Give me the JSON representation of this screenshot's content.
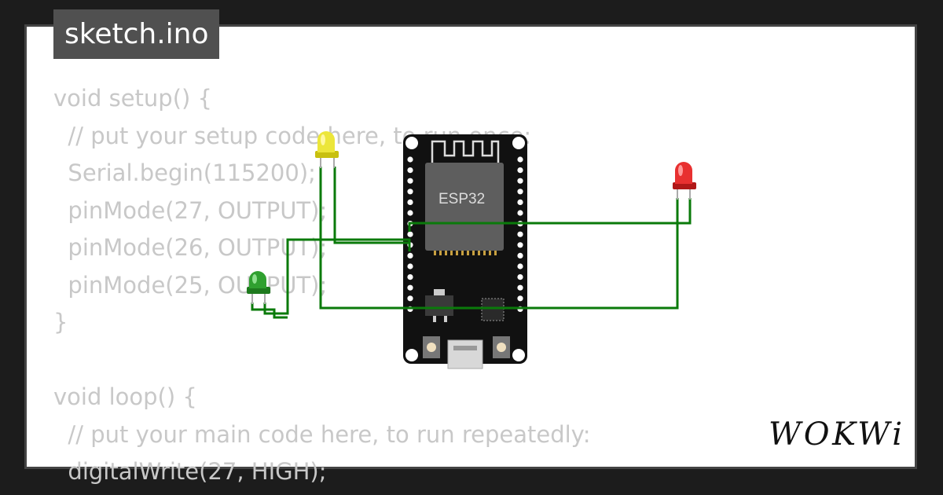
{
  "tab": {
    "title": "sketch.ino"
  },
  "code": {
    "lines": [
      "void setup() {",
      "  // put your setup code here, to run once:",
      "  Serial.begin(115200);",
      "  pinMode(27, OUTPUT);",
      "  pinMode(26, OUTPUT);",
      "  pinMode(25, OUTPUT);",
      "}",
      "",
      "void loop() {",
      "  // put your main code here, to run repeatedly:",
      "  digitalWrite(27, HIGH);"
    ]
  },
  "board": {
    "label": "ESP32"
  },
  "brand": {
    "logo_text": "WOKWi"
  },
  "leds": [
    {
      "name": "yellow-led",
      "color": "#e8e020"
    },
    {
      "name": "red-led",
      "color": "#e03030"
    },
    {
      "name": "green-led",
      "color": "#2a9a2a"
    }
  ],
  "colors": {
    "wire": "#0a7a0a",
    "board": "#111111",
    "code_text": "#c8c8c8",
    "tab_bg": "#505050"
  }
}
